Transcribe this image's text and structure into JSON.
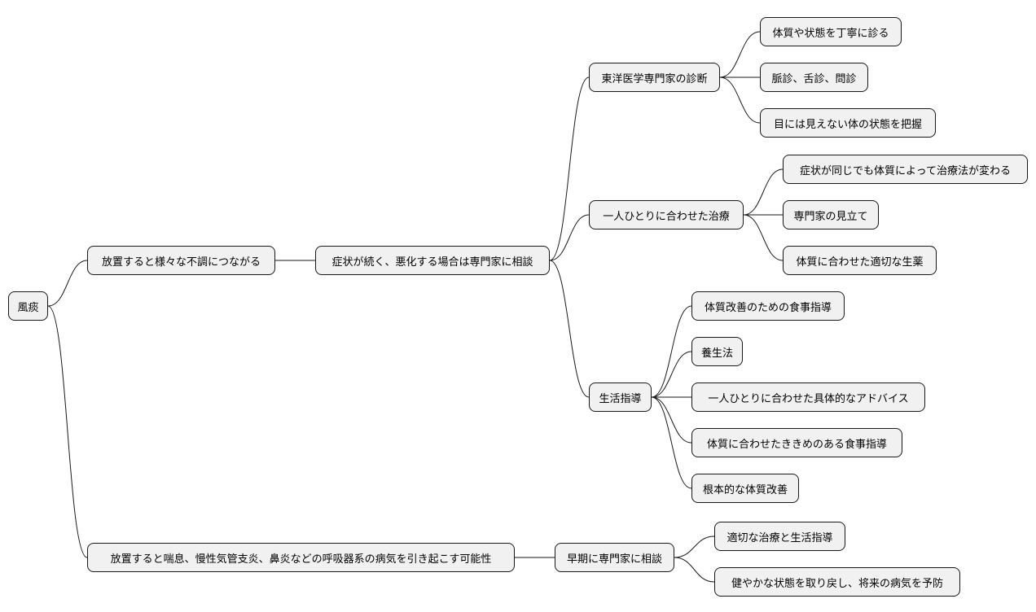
{
  "mindmap": {
    "root": "風痰",
    "branch1": {
      "label": "放置すると様々な不調につながる",
      "child": {
        "label": "症状が続く、悪化する場合は専門家に相談",
        "diagnosis": {
          "label": "東洋医学専門家の診断",
          "items": [
            "体質や状態を丁寧に診る",
            "脈診、舌診、問診",
            "目には見えない体の状態を把握"
          ]
        },
        "treatment": {
          "label": "一人ひとりに合わせた治療",
          "items": [
            "症状が同じでも体質によって治療法が変わる",
            "専門家の見立て",
            "体質に合わせた適切な生薬"
          ]
        },
        "guidance": {
          "label": "生活指導",
          "items": [
            "体質改善のための食事指導",
            "養生法",
            "一人ひとりに合わせた具体的なアドバイス",
            "体質に合わせたききめのある食事指導",
            "根本的な体質改善"
          ]
        }
      }
    },
    "branch2": {
      "label": "放置すると喘息、慢性気管支炎、鼻炎などの呼吸器系の病気を引き起こす可能性",
      "child": {
        "label": "早期に専門家に相談",
        "items": [
          "適切な治療と生活指導",
          "健やかな状態を取り戻し、将来の病気を予防"
        ]
      }
    }
  }
}
